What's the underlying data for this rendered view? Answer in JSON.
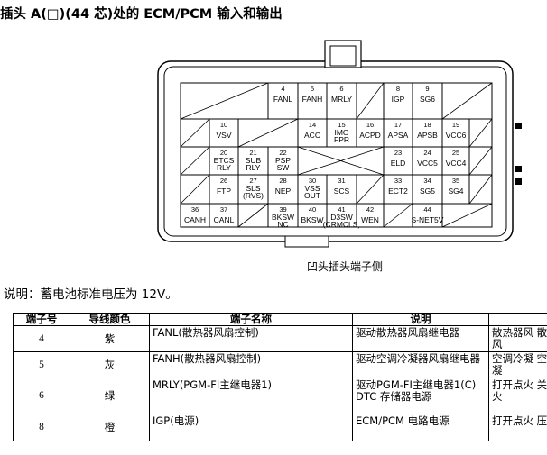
{
  "title": "插头 A(□)(44 芯)处的 ECM/PCM 输入和输出",
  "connector": {
    "caption": "凹头插头端子侧",
    "pins": [
      {
        "num": "4",
        "label": "FANL"
      },
      {
        "num": "5",
        "label": "FANH"
      },
      {
        "num": "6",
        "label": "MRLY"
      },
      {
        "num": "8",
        "label": "IGP"
      },
      {
        "num": "9",
        "label": "SG6"
      },
      {
        "num": "10",
        "label": "VSV"
      },
      {
        "num": "14",
        "label": "ACC"
      },
      {
        "num": "15",
        "label": "IMO FPR"
      },
      {
        "num": "16",
        "label": "ACPD"
      },
      {
        "num": "17",
        "label": "APSA"
      },
      {
        "num": "18",
        "label": "APSB"
      },
      {
        "num": "19",
        "label": "VCC6"
      },
      {
        "num": "20",
        "label": "ETCS RLY"
      },
      {
        "num": "21",
        "label": "SUB RLY"
      },
      {
        "num": "22",
        "label": "PSP SW"
      },
      {
        "num": "23",
        "label": "ELD"
      },
      {
        "num": "24",
        "label": "VCC5"
      },
      {
        "num": "25",
        "label": "VCC4"
      },
      {
        "num": "26",
        "label": "FTP"
      },
      {
        "num": "27",
        "label": "SLS (RVS)"
      },
      {
        "num": "28",
        "label": "NEP"
      },
      {
        "num": "30",
        "label": "VSS OUT"
      },
      {
        "num": "31",
        "label": "SCS"
      },
      {
        "num": "33",
        "label": "ECT2"
      },
      {
        "num": "34",
        "label": "SG5"
      },
      {
        "num": "35",
        "label": "SG4"
      },
      {
        "num": "36",
        "label": "CANH"
      },
      {
        "num": "37",
        "label": "CANL"
      },
      {
        "num": "39",
        "label": "BKSW NC"
      },
      {
        "num": "40",
        "label": "BKSW"
      },
      {
        "num": "41",
        "label": "D3SW (CRMCLS)"
      },
      {
        "num": "42",
        "label": "WEN"
      },
      {
        "num": "44",
        "label": "S-NET5V"
      }
    ]
  },
  "note": "说明：蓄电池标准电压为 12V。",
  "table": {
    "headers": [
      "端子号",
      "导线颜色",
      "端子名称",
      "说明",
      ""
    ],
    "rows": [
      {
        "num": "4",
        "color": "紫",
        "name": "FANL(散热器风扇控制)",
        "desc": "驱动散热器风扇继电器",
        "extra": "散热器风 散热器风"
      },
      {
        "num": "5",
        "color": "灰",
        "name": "FANH(散热器风扇控制)",
        "desc": "驱动空调冷凝器风扇继电器",
        "extra": "空调冷凝 空调冷凝"
      },
      {
        "num": "6",
        "color": "绿",
        "name": "MRLY(PGM-FI主继电器1)",
        "desc": "驱动PGM-FI主继电器1(C)",
        "desc2": "DTC 存储器电源",
        "extra": "打开点火 关闭点火"
      },
      {
        "num": "8",
        "color": "橙",
        "name": "IGP(电源)",
        "desc": "ECM/PCM 电路电源",
        "extra": "打开点火 压"
      }
    ]
  }
}
